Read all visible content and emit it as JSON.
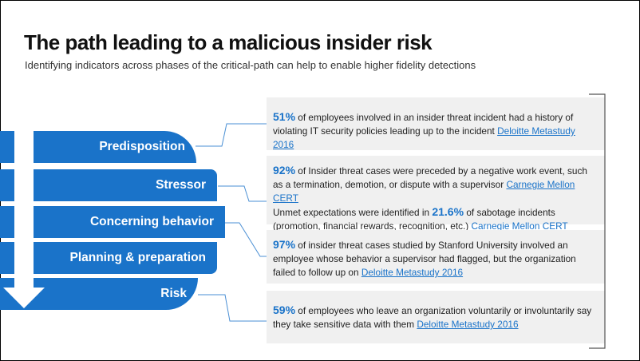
{
  "title": "The path leading to a malicious insider risk",
  "subtitle": "Identifying indicators across phases of the critical-path can help to enable higher fidelity detections",
  "colors": {
    "accent": "#1a73c9",
    "card_bg": "#f0f0f0"
  },
  "phases": [
    "Predisposition",
    "Stressor",
    "Concerning behavior",
    "Planning & preparation",
    "Risk"
  ],
  "cards": [
    {
      "stat": "51%",
      "text": " of employees involved in an insider threat incident had a history of violating IT security policies leading up to the incident ",
      "source": "Deloitte Metastudy 2016"
    },
    {
      "stat": "92%",
      "text": " of Insider threat cases were preceded by a negative work event, such as a termination, demotion, or dispute with a supervisor ",
      "source": "Carnegie Mellon CERT",
      "text2_pre": "Unmet expectations were identified in ",
      "stat2": "21.6%",
      "text2_post": " of sabotage incidents (promotion, financial rewards, recognition, etc.) ",
      "source2": "Carnegie Mellon CERT"
    },
    {
      "stat": "97%",
      "text": " of insider threat cases studied by Stanford University involved an employee whose behavior a supervisor had flagged, but the organization failed to follow up on ",
      "source": "Deloitte Metastudy 2016"
    },
    {
      "stat": "59%",
      "text": " of employees who leave an organization voluntarily or involuntarily say they take sensitive data with them ",
      "source": "Deloitte Metastudy 2016"
    }
  ]
}
